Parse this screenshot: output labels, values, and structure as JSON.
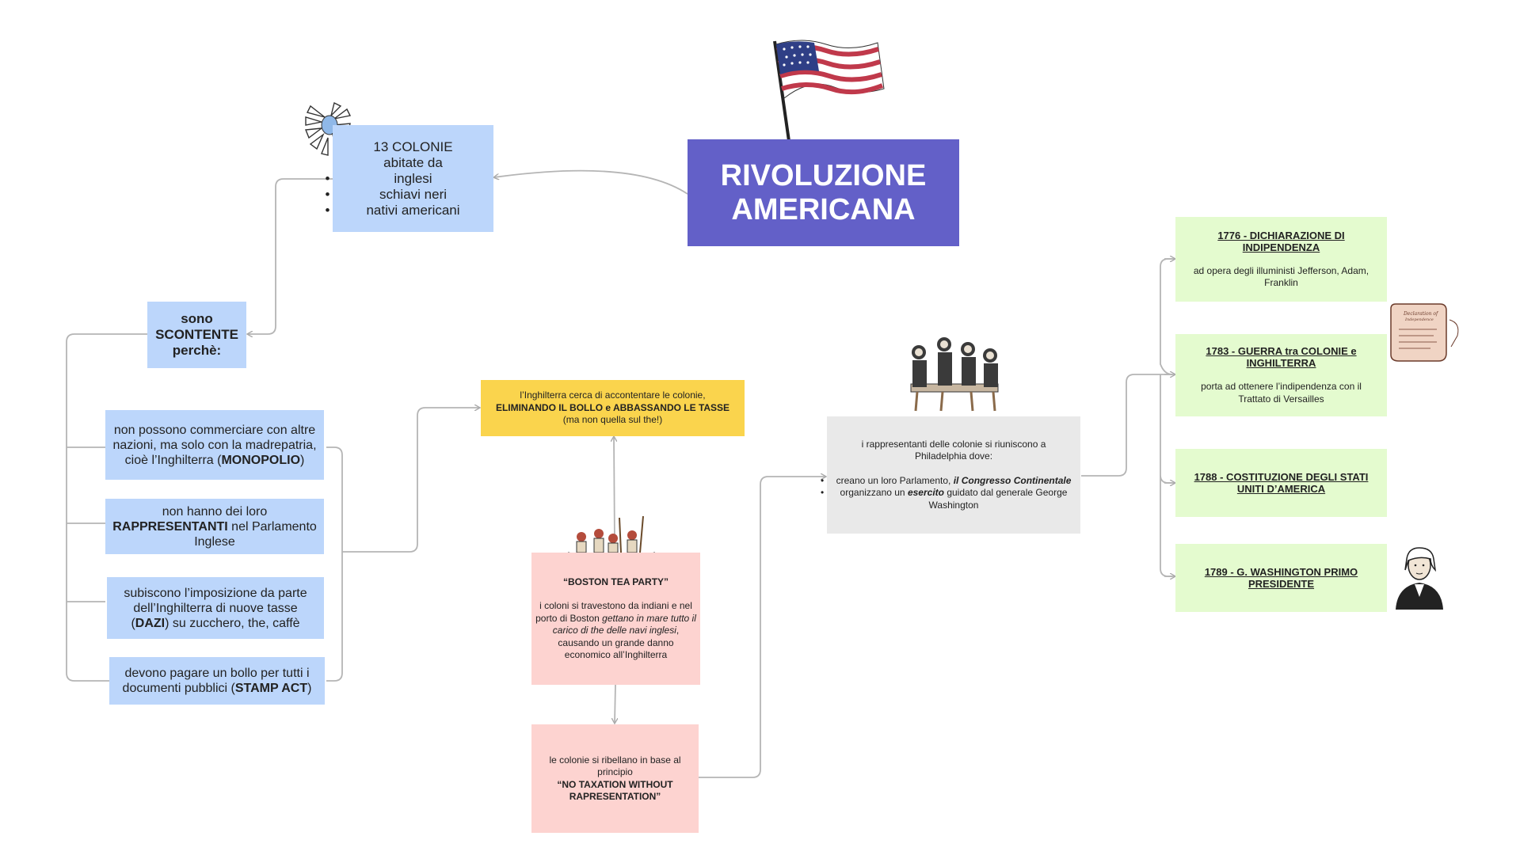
{
  "title": {
    "line1": "RIVOLUZIONE",
    "line2": "AMERICANA"
  },
  "colonie": {
    "line1": "13 COLONIE",
    "line2": "abitate da",
    "items": [
      "inglesi",
      "schiavi neri",
      "nativi americani"
    ]
  },
  "scontente": {
    "line1": "sono",
    "line2": "SCONTENTE",
    "line3": "perchè:"
  },
  "reasons": {
    "r1": {
      "a": "non possono commerciare con altre nazioni, ma solo con la madrepatria, cioè l’Inghilterra (",
      "b": "MONOPOLIO",
      "c": ")"
    },
    "r2": {
      "a": "non hanno dei loro ",
      "b": "RAPPRESENTANTI",
      "c": " nel Parlamento Inglese"
    },
    "r3": {
      "a": "subiscono l’imposizione da parte dell’Inghilterra di nuove tasse (",
      "b": "DAZI",
      "c": ") su zucchero, the, caffè"
    },
    "r4": {
      "a": "devono pagare un bollo per tutti i documenti pubblici (",
      "b": "STAMP ACT",
      "c": ")"
    }
  },
  "inghilterra": {
    "line1": "l’Inghilterra cerca di accontentare le colonie,",
    "line2": "ELIMINANDO IL BOLLO e ABBASSANDO LE TASSE",
    "line3": "(ma non quella sul the!)"
  },
  "boston": {
    "title": "“BOSTON TEA PARTY”",
    "a": "i coloni si travestono da indiani e nel porto di Boston ",
    "b": "gettano in mare tutto il carico di the delle navi inglesi",
    "c": ", causando un grande danno economico all’Inghilterra"
  },
  "ribellione": {
    "line1": "le colonie si ribellano in base al principio",
    "line2": "“NO TAXATION WITHOUT RAPRESENTATION”"
  },
  "philadelphia": {
    "intro": "i rappresentanti delle colonie si riuniscono a Philadelphia dove:",
    "i1a": "creano un loro Parlamento, ",
    "i1b": "il Congresso Continentale",
    "i2a": "organizzano un ",
    "i2b": "esercito",
    "i2c": " guidato dal generale George Washington"
  },
  "timeline": {
    "e1776": {
      "title": "1776 - DICHIARAZIONE DI INDIPENDENZA",
      "desc": "ad opera degli illuministi Jefferson, Adam, Franklin"
    },
    "e1783": {
      "title": "1783 - GUERRA tra COLONIE e INGHILTERRA",
      "desc": "porta ad ottenere l’indipendenza con il Trattato di Versailles"
    },
    "e1788": {
      "title": "1788 - COSTITUZIONE DEGLI STATI UNITI D’AMERICA"
    },
    "e1789": {
      "title": "1789 - G. WASHINGTON PRIMO PRESIDENTE"
    }
  },
  "scroll_text": {
    "line1": "Declaration of",
    "line2": "Independence"
  },
  "colors": {
    "title": "#6360c8",
    "blue": "#bcd6fb",
    "yellow": "#fad44d",
    "pink": "#fdd3d0",
    "grey": "#e9e9e9",
    "green": "#e4fbcf",
    "connector": "#b5b5b5"
  },
  "icons": [
    "us-flag-icon",
    "native-headdress-icon",
    "founding-fathers-icon",
    "boston-tea-party-icon",
    "declaration-scroll-icon",
    "george-washington-portrait-icon"
  ]
}
